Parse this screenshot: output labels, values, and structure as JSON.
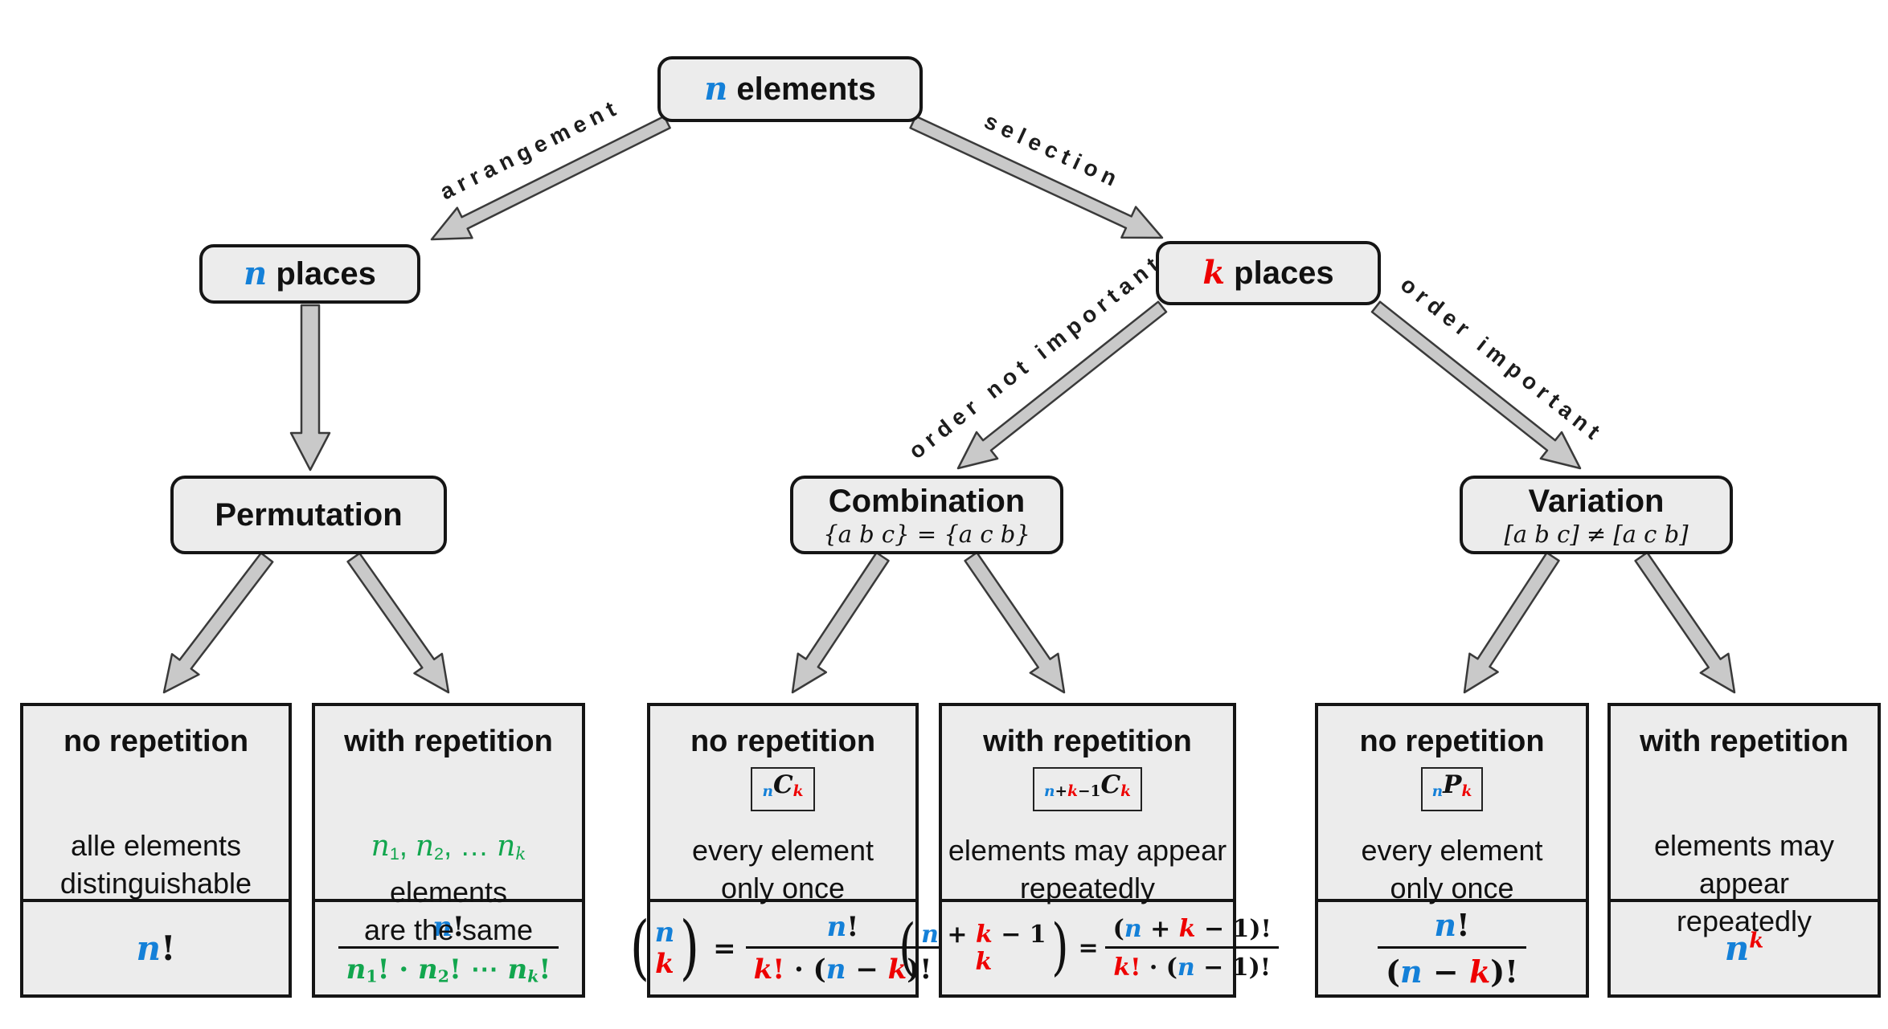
{
  "palette": {
    "blue": "#1480d8",
    "red": "#ee0000",
    "green": "#12a64e",
    "box_fill": "#ececec",
    "box_border": "#151515",
    "arrow_fill": "#c9c9c9",
    "arrow_stroke": "#3a3a3a"
  },
  "nodes": {
    "root": {
      "title": [
        {
          "t": "n",
          "c": "blue",
          "it": 1
        },
        {
          "t": " elements"
        }
      ]
    },
    "n_places": {
      "title": [
        {
          "t": "n",
          "c": "blue",
          "it": 1
        },
        {
          "t": " places"
        }
      ]
    },
    "k_places": {
      "title": [
        {
          "t": "k",
          "c": "red",
          "it": 1
        },
        {
          "t": " places"
        }
      ]
    },
    "permutation": {
      "title": [
        {
          "t": "Permutation"
        }
      ]
    },
    "combination": {
      "title": [
        {
          "t": "Combination"
        }
      ],
      "subtitle": [
        {
          "t": "{a b c} = {a c b}",
          "it": 1
        }
      ]
    },
    "variation": {
      "title": [
        {
          "t": "Variation"
        }
      ],
      "subtitle": [
        {
          "t": "[a b c] ≠ [a c b]",
          "it": 1
        }
      ]
    }
  },
  "edges": {
    "arrangement": "arrangement",
    "selection": "selection",
    "order_not_important": "order not important",
    "order_important": "order important"
  },
  "leaves": [
    {
      "title": "no repetition",
      "desc1": [
        {
          "t": "alle elements"
        }
      ],
      "desc2": "distinguishable",
      "formula": [
        {
          "t": "n",
          "c": "blue",
          "it": 1
        },
        {
          "t": "!"
        }
      ]
    },
    {
      "title": "with repetition",
      "desc1": [
        {
          "t": "n",
          "c": "green",
          "it": 1
        },
        {
          "t": "1",
          "c": "green",
          "sub": 1
        },
        {
          "t": ", ",
          "c": "green"
        },
        {
          "t": "n",
          "c": "green",
          "it": 1
        },
        {
          "t": "2",
          "c": "green",
          "sub": 1
        },
        {
          "t": ", … ",
          "c": "green"
        },
        {
          "t": "n",
          "c": "green",
          "it": 1
        },
        {
          "t": "k",
          "c": "green",
          "sub": 1,
          "it": 1
        },
        {
          "t": " elements"
        }
      ],
      "desc2": "are the same",
      "frac": {
        "num": [
          {
            "t": "n",
            "c": "blue",
            "it": 1
          },
          {
            "t": "!"
          }
        ],
        "den": [
          {
            "t": "n",
            "c": "green",
            "it": 1
          },
          {
            "t": "1",
            "c": "green",
            "sub": 1
          },
          {
            "t": "! · ",
            "c": "green"
          },
          {
            "t": "n",
            "c": "green",
            "it": 1
          },
          {
            "t": "2",
            "c": "green",
            "sub": 1
          },
          {
            "t": "! ⋯ ",
            "c": "green"
          },
          {
            "t": "n",
            "c": "green",
            "it": 1
          },
          {
            "t": "k",
            "c": "green",
            "sub": 1,
            "it": 1
          },
          {
            "t": "!",
            "c": "green"
          }
        ]
      }
    },
    {
      "title": "no repetition",
      "badge": [
        {
          "t": "n",
          "c": "blue",
          "sub": 1,
          "it": 1
        },
        {
          "t": "C",
          "it": 1
        },
        {
          "t": "k",
          "c": "red",
          "sub": 1,
          "it": 1
        }
      ],
      "desc1": [
        {
          "t": "every element"
        }
      ],
      "desc2": "only once",
      "binom": {
        "top": [
          {
            "t": "n",
            "c": "blue",
            "it": 1
          }
        ],
        "bottom": [
          {
            "t": "k",
            "c": "red",
            "it": 1
          }
        ]
      },
      "frac": {
        "num": [
          {
            "t": "n",
            "c": "blue",
            "it": 1
          },
          {
            "t": "!"
          }
        ],
        "den": [
          {
            "t": "k",
            "c": "red",
            "it": 1
          },
          {
            "t": "!",
            "c": "red"
          },
          {
            "t": " · ("
          },
          {
            "t": "n",
            "c": "blue",
            "it": 1
          },
          {
            "t": " − "
          },
          {
            "t": "k",
            "c": "red",
            "it": 1
          },
          {
            "t": ")!"
          }
        ]
      }
    },
    {
      "title": "with repetition",
      "badge": [
        {
          "t": "n",
          "c": "blue",
          "sub": 1,
          "it": 1
        },
        {
          "t": "+",
          "sub": 1
        },
        {
          "t": "k",
          "c": "red",
          "sub": 1,
          "it": 1
        },
        {
          "t": "−1",
          "sub": 1
        },
        {
          "t": "C",
          "it": 1
        },
        {
          "t": "k",
          "c": "red",
          "sub": 1,
          "it": 1
        }
      ],
      "desc1": [
        {
          "t": "elements may appear"
        }
      ],
      "desc2": "repeatedly",
      "binom": {
        "top": [
          {
            "t": "n",
            "c": "blue",
            "it": 1
          },
          {
            "t": " + "
          },
          {
            "t": "k",
            "c": "red",
            "it": 1
          },
          {
            "t": " − 1"
          }
        ],
        "bottom": [
          {
            "t": "k",
            "c": "red",
            "it": 1
          }
        ]
      },
      "frac": {
        "num": [
          {
            "t": "("
          },
          {
            "t": "n",
            "c": "blue",
            "it": 1
          },
          {
            "t": " + "
          },
          {
            "t": "k",
            "c": "red",
            "it": 1
          },
          {
            "t": " − 1)!"
          }
        ],
        "den": [
          {
            "t": "k",
            "c": "red",
            "it": 1
          },
          {
            "t": "!",
            "c": "red"
          },
          {
            "t": " · ("
          },
          {
            "t": "n",
            "c": "blue",
            "it": 1
          },
          {
            "t": " − 1)!"
          }
        ]
      }
    },
    {
      "title": "no repetition",
      "badge": [
        {
          "t": "n",
          "c": "blue",
          "sub": 1,
          "it": 1
        },
        {
          "t": "P",
          "it": 1
        },
        {
          "t": "k",
          "c": "red",
          "sub": 1,
          "it": 1
        }
      ],
      "desc1": [
        {
          "t": "every element"
        }
      ],
      "desc2": "only once",
      "frac": {
        "num": [
          {
            "t": "n",
            "c": "blue",
            "it": 1
          },
          {
            "t": "!"
          }
        ],
        "den": [
          {
            "t": "("
          },
          {
            "t": "n",
            "c": "blue",
            "it": 1
          },
          {
            "t": " − "
          },
          {
            "t": "k",
            "c": "red",
            "it": 1
          },
          {
            "t": ")!"
          }
        ]
      }
    },
    {
      "title": "with repetition",
      "desc1": [
        {
          "t": "elements may appear"
        }
      ],
      "desc2": "repeatedly",
      "formula": [
        {
          "t": "n",
          "c": "blue",
          "it": 1
        },
        {
          "t": "k",
          "c": "red",
          "it": 1,
          "sup": 1
        }
      ]
    }
  ]
}
